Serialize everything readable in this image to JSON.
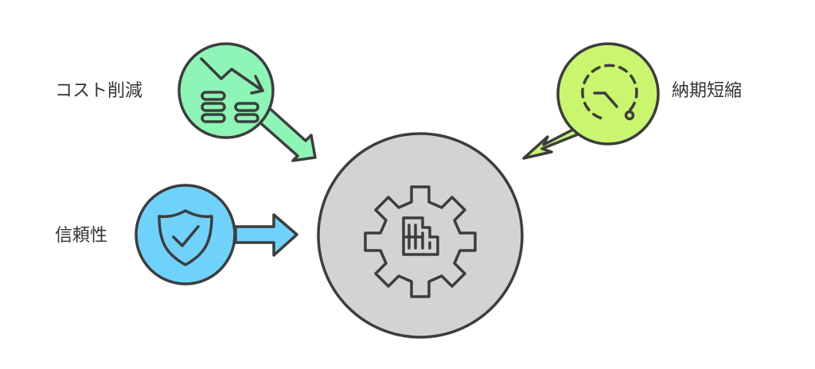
{
  "diagram": {
    "center": {
      "icon": "gear-factory-icon",
      "color": "#D3D3D3"
    },
    "nodes": [
      {
        "id": "cost",
        "label": "コスト削減",
        "icon": "cost-down-coins-icon",
        "color": "#8DF5B5"
      },
      {
        "id": "leadtime",
        "label": "納期短縮",
        "icon": "clock-icon",
        "color": "#C9F56F"
      },
      {
        "id": "reliability",
        "label": "信頼性",
        "icon": "shield-check-icon",
        "color": "#6FD2FB"
      }
    ]
  },
  "colors": {
    "stroke": "#3D3D3D",
    "text": "#333333",
    "background": "#FFFFFF"
  }
}
